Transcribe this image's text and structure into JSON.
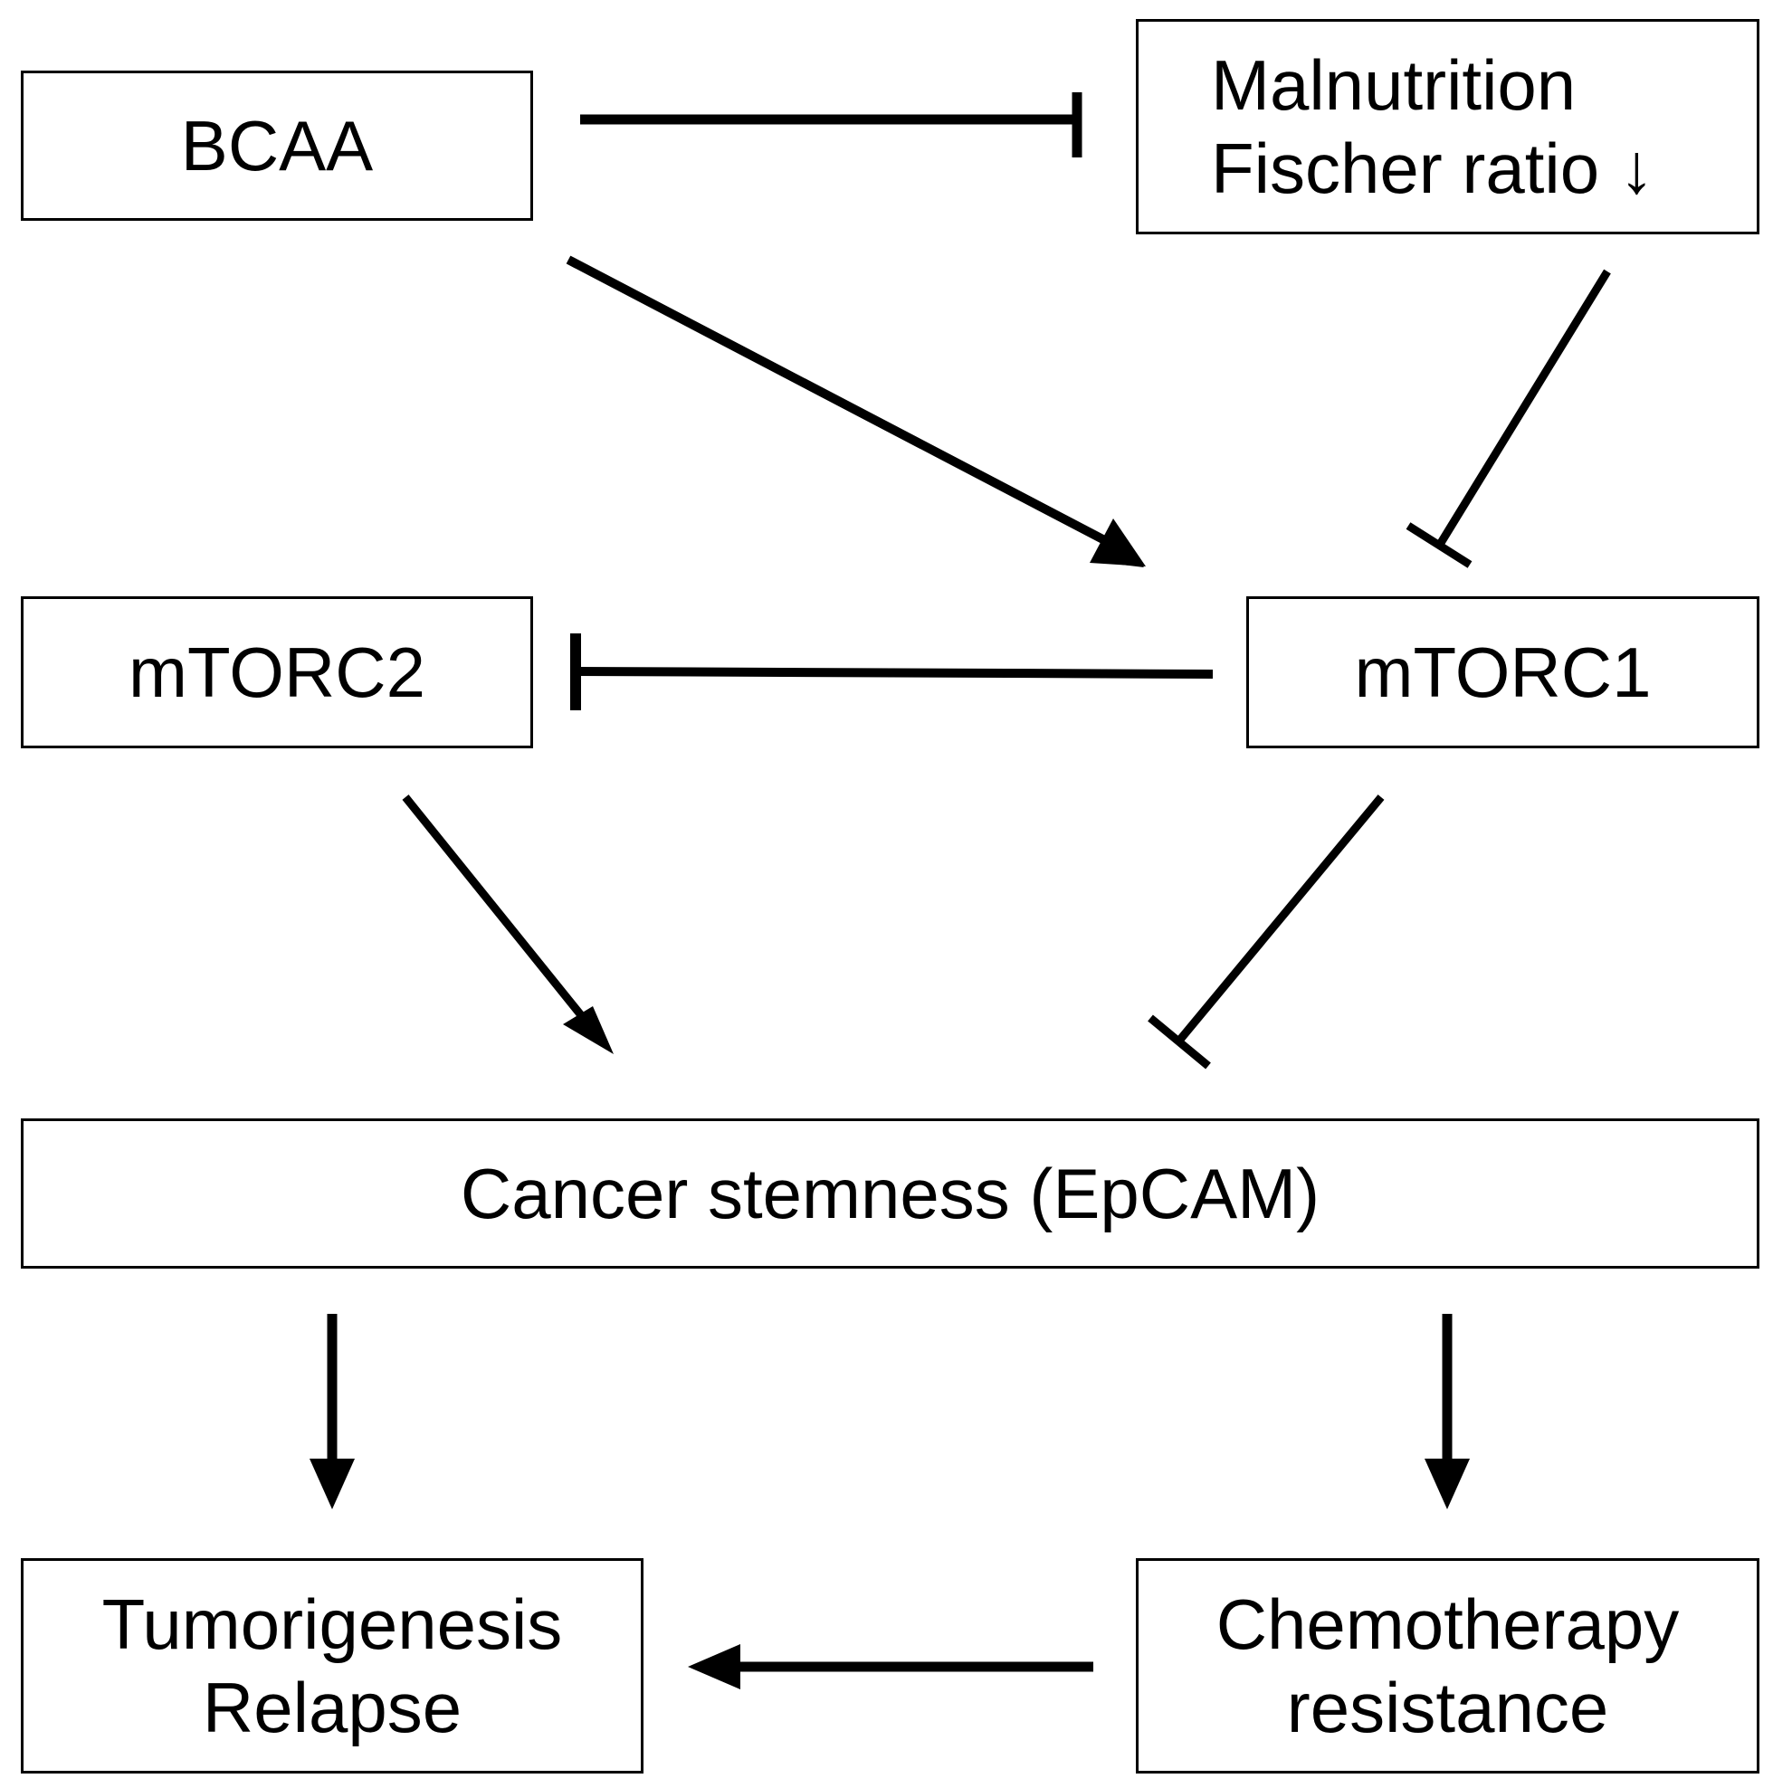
{
  "nodes": {
    "bcaa": {
      "label": "BCAA"
    },
    "malnutrition": {
      "line1": "Malnutrition",
      "line2": "Fischer ratio ↓"
    },
    "mtorc2": {
      "label": "mTORC2"
    },
    "mtorc1": {
      "label": "mTORC1"
    },
    "stemness": {
      "label": "Cancer stemness (EpCAM)"
    },
    "tumorigenesis": {
      "line1": "Tumorigenesis",
      "line2": "Relapse"
    },
    "chemo": {
      "line1": "Chemotherapy",
      "line2": "resistance"
    }
  },
  "edges": [
    {
      "from": "BCAA",
      "to": "Malnutrition / Fischer ratio",
      "type": "inhibit"
    },
    {
      "from": "BCAA",
      "to": "mTORC1",
      "type": "activate"
    },
    {
      "from": "Malnutrition / Fischer ratio",
      "to": "mTORC1",
      "type": "inhibit"
    },
    {
      "from": "mTORC1",
      "to": "mTORC2",
      "type": "inhibit"
    },
    {
      "from": "mTORC2",
      "to": "Cancer stemness (EpCAM)",
      "type": "activate"
    },
    {
      "from": "mTORC1",
      "to": "Cancer stemness (EpCAM)",
      "type": "inhibit"
    },
    {
      "from": "Cancer stemness (EpCAM)",
      "to": "Tumorigenesis / Relapse",
      "type": "activate"
    },
    {
      "from": "Cancer stemness (EpCAM)",
      "to": "Chemotherapy resistance",
      "type": "activate"
    },
    {
      "from": "Chemotherapy resistance",
      "to": "Tumorigenesis / Relapse",
      "type": "activate"
    }
  ]
}
